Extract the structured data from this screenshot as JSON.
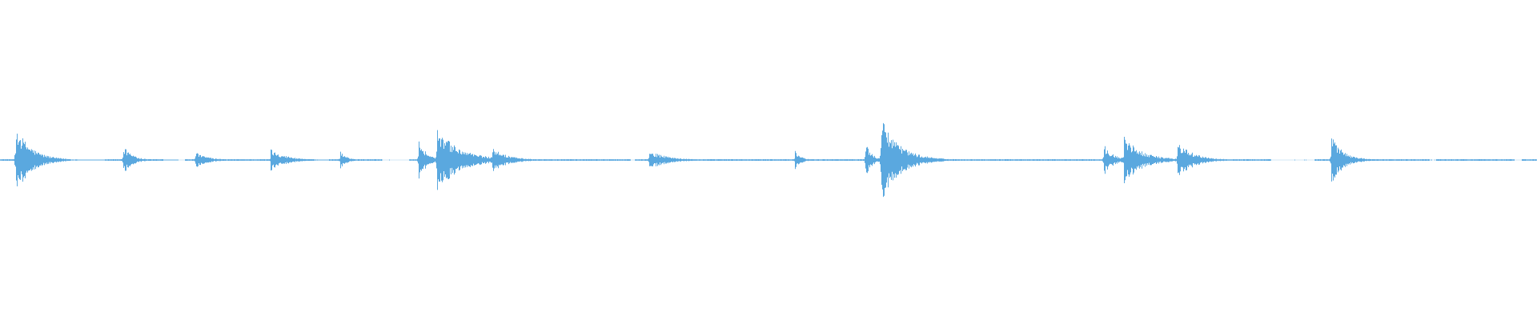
{
  "waveform": {
    "color": "#5aa8df",
    "duration_fraction_events": [
      {
        "t": 0.01,
        "amp": 0.22,
        "decay": 0.01
      },
      {
        "t": 0.08,
        "amp": 0.09,
        "decay": 0.006
      },
      {
        "t": 0.127,
        "amp": 0.05,
        "decay": 0.008
      },
      {
        "t": 0.176,
        "amp": 0.07,
        "decay": 0.01
      },
      {
        "t": 0.221,
        "amp": 0.06,
        "decay": 0.004
      },
      {
        "t": 0.272,
        "amp": 0.14,
        "decay": 0.005
      },
      {
        "t": 0.284,
        "amp": 0.2,
        "decay": 0.015
      },
      {
        "t": 0.32,
        "amp": 0.08,
        "decay": 0.01
      },
      {
        "t": 0.422,
        "amp": 0.06,
        "decay": 0.012
      },
      {
        "t": 0.517,
        "amp": 0.06,
        "decay": 0.004
      },
      {
        "t": 0.563,
        "amp": 0.11,
        "decay": 0.004
      },
      {
        "t": 0.573,
        "amp": 0.27,
        "decay": 0.012
      },
      {
        "t": 0.718,
        "amp": 0.1,
        "decay": 0.006
      },
      {
        "t": 0.731,
        "amp": 0.15,
        "decay": 0.012
      },
      {
        "t": 0.766,
        "amp": 0.12,
        "decay": 0.01
      },
      {
        "t": 0.866,
        "amp": 0.15,
        "decay": 0.008
      }
    ],
    "gaps": [
      [
        0.046,
        0.068
      ],
      [
        0.106,
        0.12
      ],
      [
        0.204,
        0.214
      ],
      [
        0.248,
        0.266
      ],
      [
        0.41,
        0.413
      ],
      [
        0.827,
        0.855
      ],
      [
        0.93,
        0.934
      ],
      [
        0.985,
        0.99
      ]
    ]
  }
}
